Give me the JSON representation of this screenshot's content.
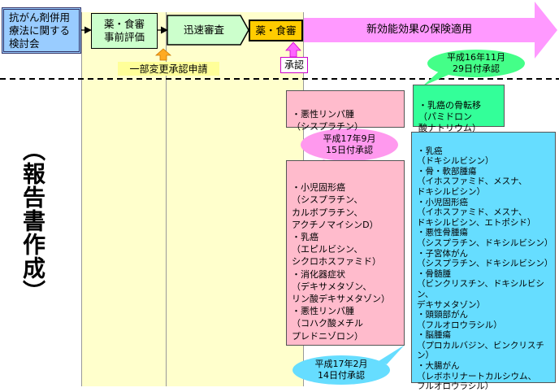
{
  "flow": {
    "committee": "抗がん剤併用\n療法に関する\n検討会",
    "pre_eval": "薬・食審\n事前評価",
    "fast_review": "迅速審査",
    "council": "薬・食審",
    "insurance": "新効能効果の保険適用"
  },
  "partial_change": "一部変更承認申請",
  "approval": "承認",
  "report": "（報告書作成）",
  "colors": {
    "committee_fill": "#99ccff",
    "preeval_fill": "#ccffcc",
    "council_fill": "#ffcc00",
    "insurance_fill": "#ff99ff",
    "band_fill": "#ffffcc",
    "pink_box": "#ffbbcc",
    "green_box": "#33ff99",
    "cyan_box": "#66ddff"
  },
  "date_bubbles": {
    "nov2004": "平成16年11月\n29日付承認",
    "sep2005": "平成17年9月\n15日付承認",
    "feb2005": "平成17年2月\n14日付承認"
  },
  "boxes": {
    "pink_top": "・悪性リンパ腫\n（シスプラチン）",
    "green": "・乳癌の骨転移\n（パミドロン\n酸ナトリウム）",
    "pink_main": "・小児固形癌\n（シスプラチン、\nカルボプラチン、\nアクチノマイシンD）\n・乳癌\n（エピルビシン、\nシクロホスファミド）\n・消化器症状\n（デキサメタゾン、\nリン酸デキサメタゾン）\n・悪性リンパ腫\n（コハク酸メチル\nプレドニゾロン）",
    "cyan": "・乳癌\n（ドキシルビシン）\n・骨・軟部腫瘍\n（イホスファミド、メスナ、\nドキシルビシン）\n・小児固形癌\n（イホスファミド、メスナ、\nドキシルビシン、エトポシド）\n・悪性骨腫瘍\n（シスプラチン、ドキシルビシン）\n・子宮体がん\n（シスプラチン、ドキシルビシン）\n・骨髄腫\n（ビンクリスチン、ドキシルビシン、\nデキサメタゾン）\n・頭頸部がん\n（フルオロウラシル）\n・脳腫瘍\n（プロカルバジン、ビンクリスチン）\n・大腸がん\n（レボホリナートカルシウム、\nフルオロウラシル）"
  }
}
